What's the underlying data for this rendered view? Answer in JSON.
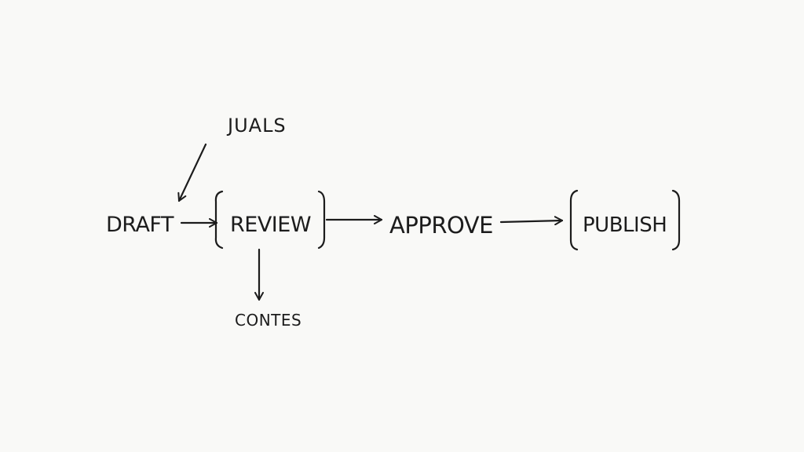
{
  "diagram": {
    "nodes": {
      "draft": "DRAFT",
      "review": "REVIEW",
      "approve": "APPROVE",
      "publish": "PUBLISH",
      "note_top": "JUALS",
      "note_bottom": "CONTES"
    },
    "ink_color": "#1c1c1c",
    "background_color": "#f9f9f7"
  }
}
